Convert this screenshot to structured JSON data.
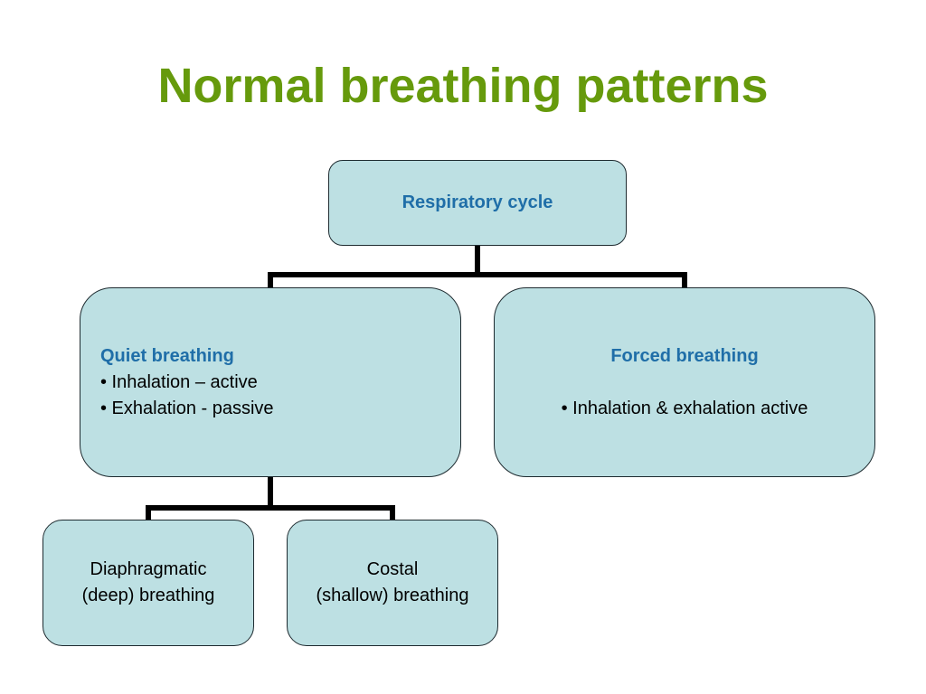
{
  "title": "Normal breathing patterns",
  "colors": {
    "title": "#669a0c",
    "node_fill": "#bde0e3",
    "node_border": "#1e2b30",
    "heading_text": "#1f6ea8",
    "connector": "#000000"
  },
  "nodes": {
    "root": {
      "heading": "Respiratory cycle"
    },
    "quiet": {
      "heading": "Quiet breathing",
      "items": [
        "• Inhalation – active",
        "• Exhalation - passive"
      ]
    },
    "forced": {
      "heading": "Forced breathing",
      "items": [
        "• Inhalation & exhalation active"
      ]
    },
    "diaphragmatic": {
      "lines": [
        "Diaphragmatic",
        "(deep) breathing"
      ]
    },
    "costal": {
      "lines": [
        "Costal",
        "(shallow) breathing"
      ]
    }
  }
}
